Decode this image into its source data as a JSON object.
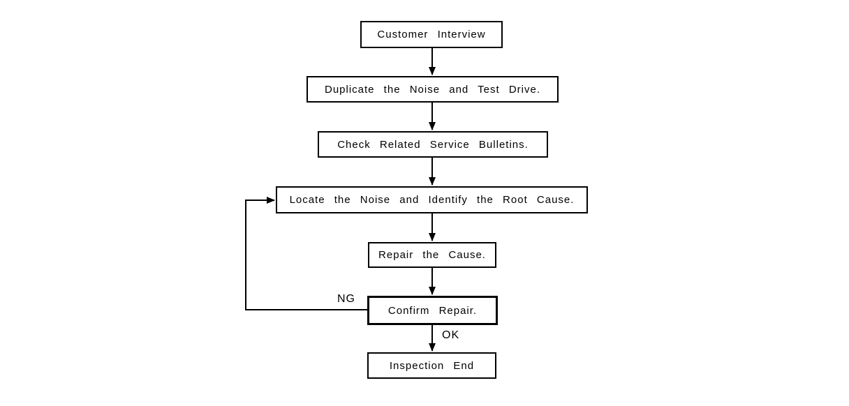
{
  "colors": {
    "background": "#ffffff",
    "line": "#000000",
    "text": "#000000"
  },
  "flowchart": {
    "nodes": [
      {
        "id": "customer-interview",
        "label": "Customer Interview"
      },
      {
        "id": "duplicate-noise",
        "label": "Duplicate the Noise and Test Drive."
      },
      {
        "id": "check-bulletins",
        "label": "Check Related Service Bulletins."
      },
      {
        "id": "locate-root-cause",
        "label": "Locate the Noise and Identify the Root Cause."
      },
      {
        "id": "repair-cause",
        "label": "Repair the Cause."
      },
      {
        "id": "confirm-repair",
        "label": "Confirm Repair."
      },
      {
        "id": "inspection-end",
        "label": "Inspection End"
      }
    ],
    "edges": [
      {
        "from": "customer-interview",
        "to": "duplicate-noise"
      },
      {
        "from": "duplicate-noise",
        "to": "check-bulletins"
      },
      {
        "from": "check-bulletins",
        "to": "locate-root-cause"
      },
      {
        "from": "locate-root-cause",
        "to": "repair-cause"
      },
      {
        "from": "repair-cause",
        "to": "confirm-repair"
      },
      {
        "from": "confirm-repair",
        "to": "inspection-end",
        "label": "OK"
      },
      {
        "from": "confirm-repair",
        "to": "locate-root-cause",
        "label": "NG"
      }
    ],
    "edge_labels": {
      "ng": "NG",
      "ok": "OK"
    }
  }
}
